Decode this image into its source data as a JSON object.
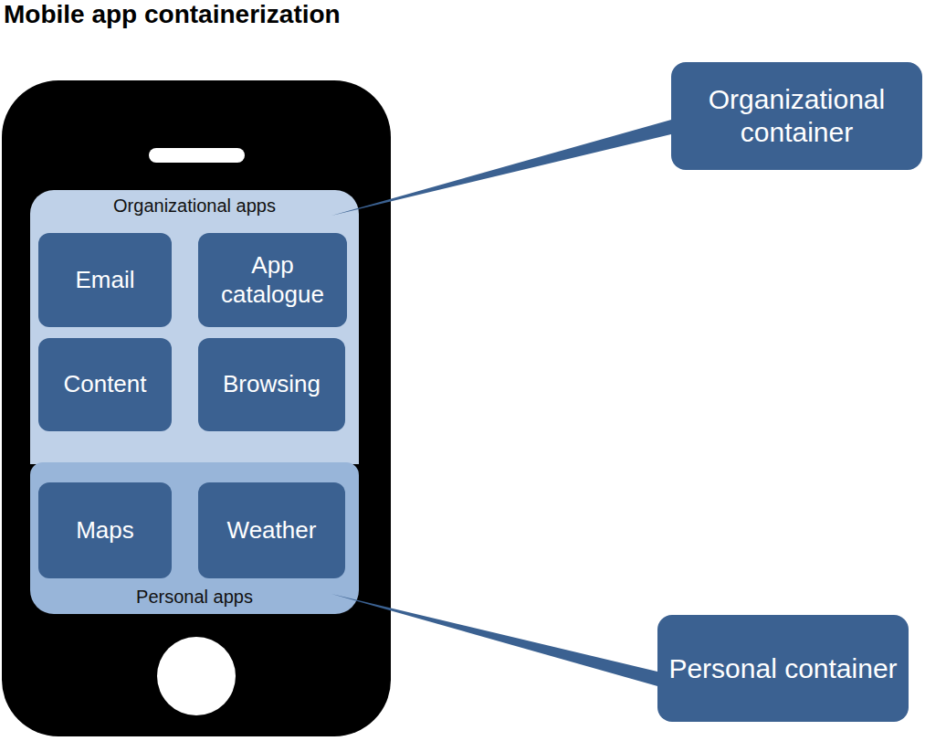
{
  "diagram": {
    "title": "Mobile app containerization",
    "nodes": [
      {
        "text": [
          "Organizational apps"
        ]
      },
      {
        "text": [
          "Email"
        ],
        "in": 0
      },
      {
        "text": [
          "App catalogue"
        ],
        "in": 0
      },
      {
        "text": [
          "Content"
        ],
        "in": 0
      },
      {
        "text": [
          "Browsing"
        ],
        "in": 0
      },
      {
        "text": [
          "Personal apps"
        ]
      },
      {
        "text": [
          "Maps"
        ],
        "in": 5
      },
      {
        "text": [
          "Weather"
        ],
        "in": 5
      },
      {
        "text": [
          "Organizational container"
        ]
      },
      {
        "text": [
          "Personal container"
        ]
      }
    ],
    "edges": [
      {
        "from": 8,
        "to": 0,
        "arrow": "none"
      },
      {
        "from": 9,
        "to": 5,
        "arrow": "none"
      }
    ]
  }
}
